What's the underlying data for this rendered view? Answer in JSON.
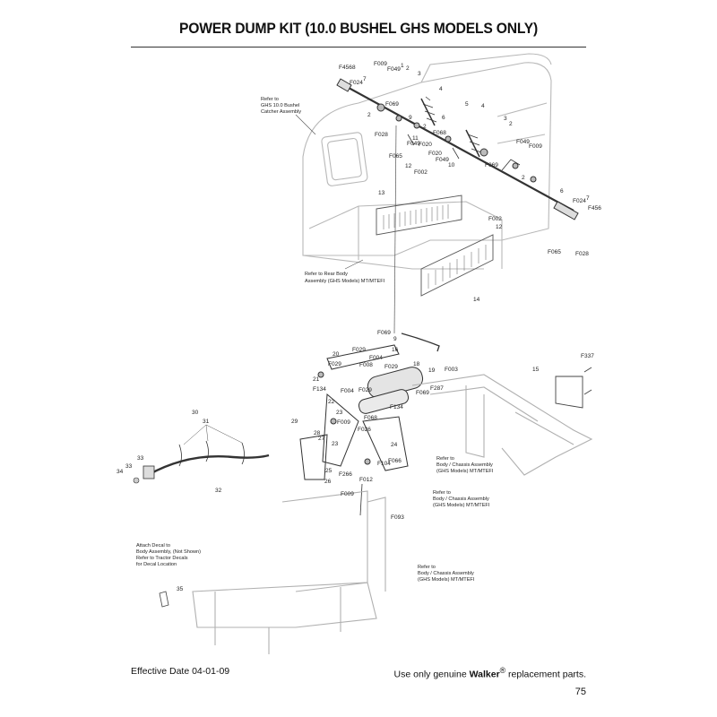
{
  "page": {
    "title": "POWER DUMP KIT (10.0 BUSHEL GHS MODELS ONLY)",
    "effective_date": "Effective Date 04-01-09",
    "footer_prefix": "Use only genuine ",
    "footer_brand": "Walker",
    "footer_reg": "®",
    "footer_suffix": " replacement parts.",
    "page_number": "75"
  },
  "notes": {
    "catcher": [
      "Refer to",
      "GHS 10.0 Bushel",
      "Catcher Assembly"
    ],
    "rear_body": [
      "Refer to Rear Body",
      "Assembly (GHS Models) MT/MTEFI"
    ],
    "chassis_a": [
      "Refer to",
      "Body / Chassis Assembly",
      "(GHS Models) MT/MTEFI"
    ],
    "chassis_b": [
      "Refer to",
      "Body / Chassis Assembly",
      "(GHS Models) MT/MTEFI"
    ],
    "chassis_c": [
      "Refer to",
      "Body / Chassis Assembly",
      "(GHS Models) MT/MTEFI"
    ],
    "decal": [
      "Attach Decal to",
      "Body Assembly, (Not Shown)",
      "Refer to Tractor Decals",
      "for Decal Location"
    ]
  },
  "callouts": {
    "top": [
      "F456",
      "8",
      "F009",
      "1",
      "2",
      "F049",
      "7",
      "3",
      "F024",
      "4",
      "2",
      "F069",
      "5",
      "6",
      "9",
      "2",
      "4",
      "F028",
      "11",
      "F049",
      "F068",
      "3",
      "F020",
      "2",
      "F065",
      "F020",
      "F049",
      "F049",
      "12",
      "F002",
      "10",
      "F069",
      "F009",
      "2",
      "13",
      "6",
      "F024",
      "7",
      "F456",
      "F002",
      "12",
      "F065",
      "F028",
      "14"
    ],
    "middle": [
      "F069",
      "9",
      "20",
      "F029",
      "16",
      "F004",
      "F029",
      "F008",
      "18",
      "F003",
      "19",
      "F029",
      "21",
      "F134",
      "F004",
      "F029",
      "F069",
      "F287",
      "15",
      "F337",
      "22",
      "F134",
      "23",
      "F068",
      "F009",
      "29",
      "28",
      "F026",
      "27",
      "23",
      "24",
      "25",
      "F066",
      "F012",
      "F104",
      "26",
      "F266",
      "F009",
      "F093"
    ],
    "harness": [
      "30",
      "31",
      "33",
      "33",
      "34",
      "32"
    ],
    "lower": [
      "35"
    ]
  }
}
